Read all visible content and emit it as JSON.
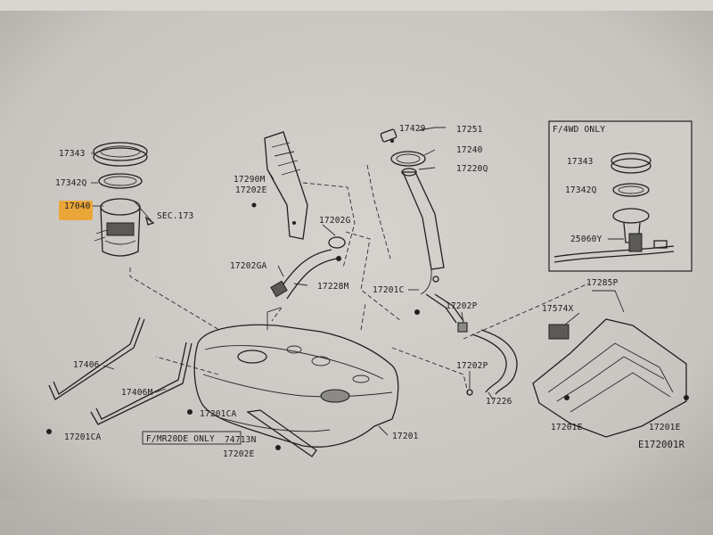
{
  "diagram": {
    "labels": {
      "l17343": "17343",
      "l17342q": "17342Q",
      "l17040": "17040",
      "sec173": "SEC.173",
      "l17290m": "17290M",
      "l17202e_top": "17202E",
      "l17202g": "17202G",
      "l17202ga": "17202GA",
      "l17228m": "17228M",
      "l17429": "17429",
      "l17251": "17251",
      "l17240": "17240",
      "l17220q": "17220Q",
      "l17201c": "17201C",
      "l17202p_a": "17202P",
      "l17202p_b": "17202P",
      "l17226": "17226",
      "l17406": "17406",
      "l17406m": "17406M",
      "l17201ca_a": "17201CA",
      "l17201ca_b": "17201CA",
      "fmr20de": "F/MR20DE ONLY",
      "l74713n": "74713N",
      "l17202e_bot": "17202E",
      "l17201": "17201",
      "l17285p": "17285P",
      "l17574x": "17574X",
      "l17201e_a": "17201E",
      "l17201e_b": "17201E",
      "inset_title": "F/4WD ONLY",
      "inset_17343": "17343",
      "inset_17342q": "17342Q",
      "inset_25060y": "25060Y",
      "drawing_id": "E172001R"
    },
    "colors": {
      "highlight": "#f0a020",
      "paper": "#c9c6c1",
      "ink": "#202020"
    }
  }
}
